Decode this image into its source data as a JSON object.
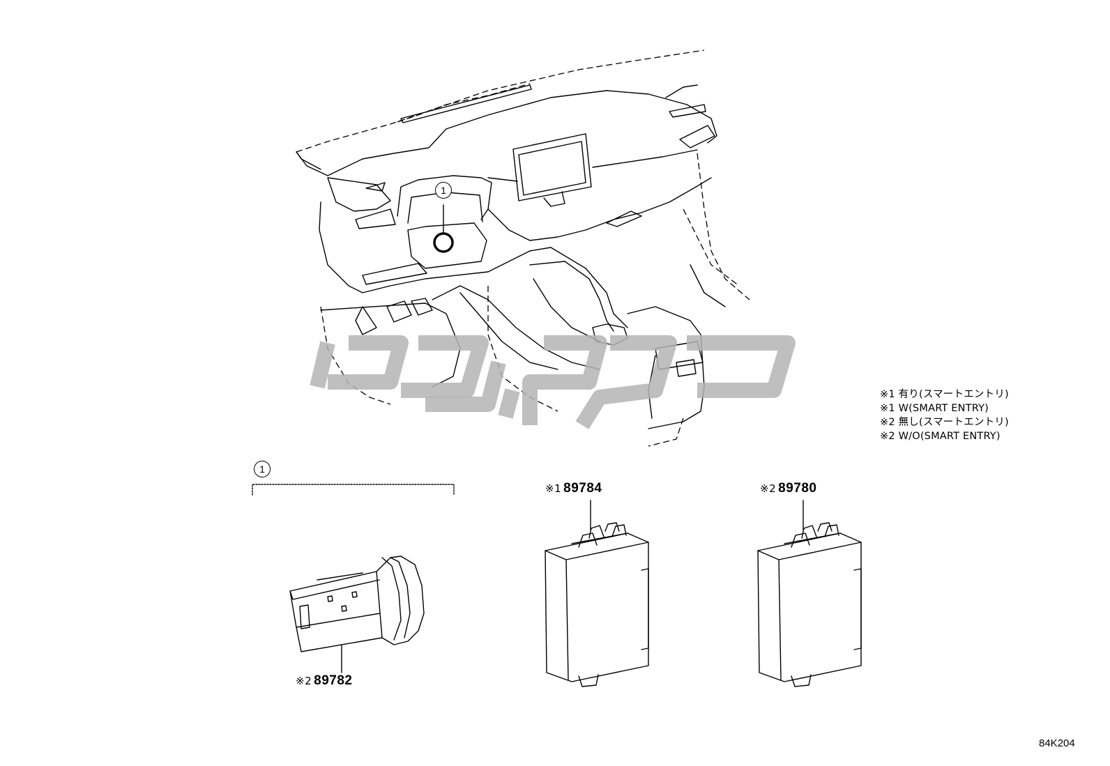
{
  "callouts": {
    "dash_callout": "1",
    "group_callout": "1"
  },
  "legend": [
    "※1 有り(スマートエントリ)",
    "※1 W(SMART ENTRY)",
    "※2 無し(スマートエントリ)",
    "※2 W/O(SMART ENTRY)"
  ],
  "parts": [
    {
      "mark": "※2",
      "number": "89782"
    },
    {
      "mark": "※1",
      "number": "89784"
    },
    {
      "mark": "※2",
      "number": "89780"
    }
  ],
  "diagram_code": "84K204",
  "colors": {
    "line": "#000000",
    "watermark": "#b4b4b4",
    "background": "#ffffff"
  }
}
